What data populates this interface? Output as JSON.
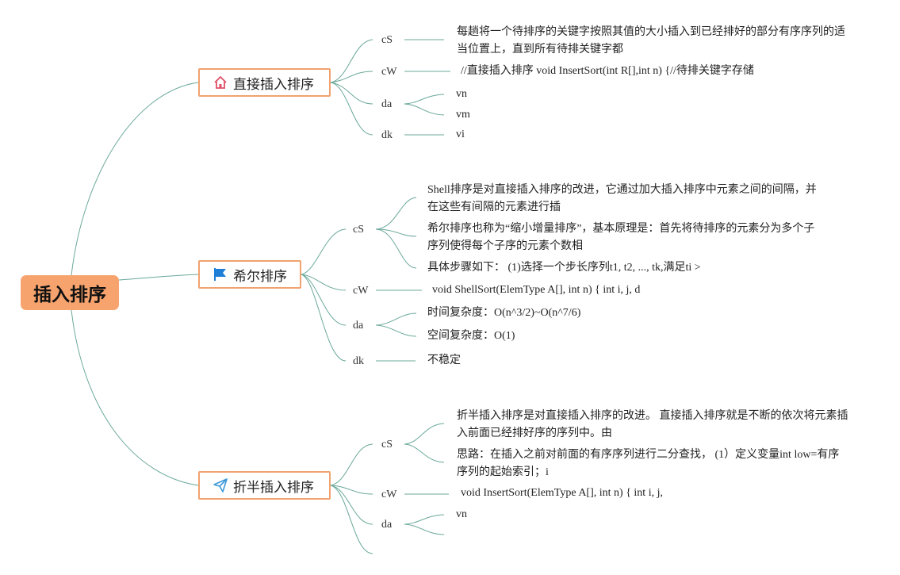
{
  "root": "插入排序",
  "branches": [
    {
      "title": "直接插入排序",
      "icon": "home-icon",
      "cS": "cS",
      "cS_text": "每趟将一个待排序的关键字按照其值的大小插入到已经排好的部分有序序列的适当位置上，直到所有待排关键字都",
      "cW": "cW",
      "cW_text": "//直接插入排序 void InsertSort(int R[],int n) {//待排关键字存储",
      "da": "da",
      "da_items": [
        "vn",
        "vm"
      ],
      "dk": "dk",
      "dk_text": "vi"
    },
    {
      "title": "希尔排序",
      "icon": "flag-icon",
      "cS": "cS",
      "cS_items": [
        "Shell排序是对直接插入排序的改进，它通过加大插入排序中元素之间的间隔，并在这些有间隔的元素进行插",
        "希尔排序也称为“缩小增量排序”，基本原理是：首先将待排序的元素分为多个子序列使得每个子序的元素个数相",
        "具体步骤如下： (1)选择一个步长序列t1, t2, ..., tk,满足ti >"
      ],
      "cW": "cW",
      "cW_text": "void ShellSort(ElemType A[], int n) { int i, j, d",
      "da": "da",
      "da_items": [
        "时间复杂度：O(n^3/2)~O(n^7/6)",
        "空间复杂度：O(1)"
      ],
      "dk": "dk",
      "dk_text": "不稳定"
    },
    {
      "title": "折半插入排序",
      "icon": "paper-plane-icon",
      "cS": "cS",
      "cS_items": [
        "折半插入排序是对直接插入排序的改进。 直接插入排序就是不断的依次将元素插入前面已经排好序的序列中。由",
        "思路：在插入之前对前面的有序序列进行二分查找， (1）定义变量int low=有序序列的起始索引；i"
      ],
      "cW": "cW",
      "cW_text": "void InsertSort(ElemType A[], int n) { int i, j,",
      "da": "da",
      "da_items": [
        "vn"
      ]
    }
  ]
}
